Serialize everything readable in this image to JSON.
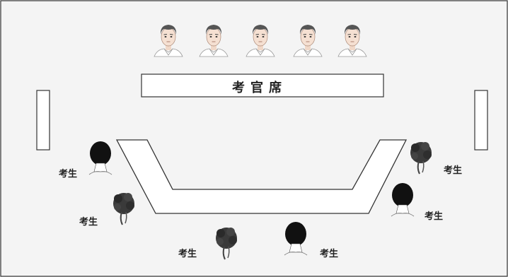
{
  "examiner_table_label": "考官席",
  "candidates": [
    {
      "label": "考生"
    },
    {
      "label": "考生"
    },
    {
      "label": "考生"
    },
    {
      "label": "考生"
    },
    {
      "label": "考生"
    },
    {
      "label": "考生"
    }
  ]
}
